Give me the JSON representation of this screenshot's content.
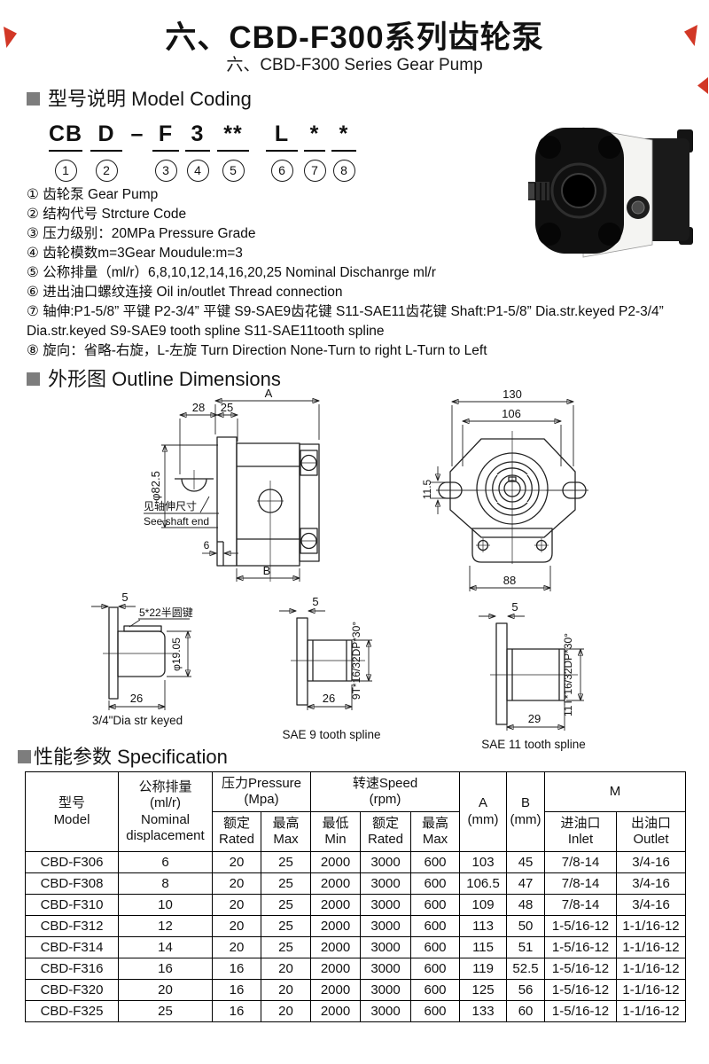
{
  "page": {
    "title": "六、CBD-F300系列齿轮泵",
    "subtitle": "六、CBD-F300 Series Gear Pump"
  },
  "headings": {
    "model_coding": "型号说明 Model Coding",
    "outline": "外形图 Outline Dimensions",
    "spec": "性能参数 Specification"
  },
  "model_coding": {
    "code": [
      {
        "text": "CB",
        "num": "1"
      },
      {
        "text": "D",
        "num": "2"
      },
      {
        "text": "–",
        "num": ""
      },
      {
        "text": "F",
        "num": "3"
      },
      {
        "text": "3",
        "num": "4"
      },
      {
        "text": "**",
        "num": "5"
      },
      {
        "text": "L",
        "num": "6"
      },
      {
        "text": "*",
        "num": "7"
      },
      {
        "text": "*",
        "num": "8"
      }
    ],
    "notes": [
      "① 齿轮泵 Gear Pump",
      "② 结构代号 Strcture Code",
      "③ 压力级别：20MPa Pressure Grade",
      "④ 齿轮模数m=3Gear Moudule:m=3",
      "⑤ 公称排量（ml/r）6,8,10,12,14,16,20,25 Nominal Dischanrge ml/r",
      "⑥ 进出油口螺纹连接 Oil in/outlet Thread connection",
      "⑦ 轴伸:P1-5/8” 平键 P2-3/4” 平键 S9-SAE9齿花键 S11-SAE11齿花键 Shaft:P1-5/8” Dia.str.keyed P2-3/4” Dia.str.keyed S9-SAE9 tooth spline S11-SAE11tooth spline",
      "⑧ 旋向：省略-右旋，L-左旋 Turn Direction None-Turn to right L-Turn to Left"
    ]
  },
  "outline": {
    "side_view": {
      "dim_a": "A",
      "dim_28": "28",
      "dim_25": "25",
      "dim_dia": "φ82.5",
      "see_shaft_cn": "见轴伸尺寸",
      "see_shaft_en": "See shaft end",
      "dim_6": "6",
      "dim_b": "B"
    },
    "front_view": {
      "dim_130": "130",
      "dim_106": "106",
      "dim_11_5": "11.5",
      "dim_88": "88"
    },
    "shaft_keyed": {
      "dim_5": "5",
      "key_label": "5*22半圆键",
      "dim_dia": "φ19.05",
      "dim_26": "26",
      "caption": "3/4\"Dia str keyed"
    },
    "shaft_sae9": {
      "dim_5": "5",
      "dim_26": "26",
      "spline_label": "9T*16/32DP*30°",
      "caption": "SAE 9 tooth spline"
    },
    "shaft_sae11": {
      "dim_5": "5",
      "dim_29": "29",
      "spline_label": "11T*16/32DP*30°",
      "caption": "SAE 11 tooth spline"
    }
  },
  "spec_table": {
    "headers": {
      "model": "型号\nModel",
      "displacement": "公称排量\n(ml/r)\nNominal\ndisplacement",
      "pressure": "压力Pressure\n(Mpa)",
      "speed": "转速Speed\n(rpm)",
      "rated": "额定\nRated",
      "max": "最高\nMax",
      "min": "最低\nMin",
      "a": "A\n(mm)",
      "b": "B\n(mm)",
      "m": "M",
      "inlet": "进油口\nInlet",
      "outlet": "出油口\nOutlet"
    },
    "rows": [
      [
        "CBD-F306",
        "6",
        "20",
        "25",
        "2000",
        "3000",
        "600",
        "103",
        "45",
        "7/8-14",
        "3/4-16"
      ],
      [
        "CBD-F308",
        "8",
        "20",
        "25",
        "2000",
        "3000",
        "600",
        "106.5",
        "47",
        "7/8-14",
        "3/4-16"
      ],
      [
        "CBD-F310",
        "10",
        "20",
        "25",
        "2000",
        "3000",
        "600",
        "109",
        "48",
        "7/8-14",
        "3/4-16"
      ],
      [
        "CBD-F312",
        "12",
        "20",
        "25",
        "2000",
        "3000",
        "600",
        "113",
        "50",
        "1-5/16-12",
        "1-1/16-12"
      ],
      [
        "CBD-F314",
        "14",
        "20",
        "25",
        "2000",
        "3000",
        "600",
        "115",
        "51",
        "1-5/16-12",
        "1-1/16-12"
      ],
      [
        "CBD-F316",
        "16",
        "16",
        "20",
        "2000",
        "3000",
        "600",
        "119",
        "52.5",
        "1-5/16-12",
        "1-1/16-12"
      ],
      [
        "CBD-F320",
        "20",
        "16",
        "20",
        "2000",
        "3000",
        "600",
        "125",
        "56",
        "1-5/16-12",
        "1-1/16-12"
      ],
      [
        "CBD-F325",
        "25",
        "16",
        "20",
        "2000",
        "3000",
        "600",
        "133",
        "60",
        "1-5/16-12",
        "1-1/16-12"
      ]
    ]
  }
}
